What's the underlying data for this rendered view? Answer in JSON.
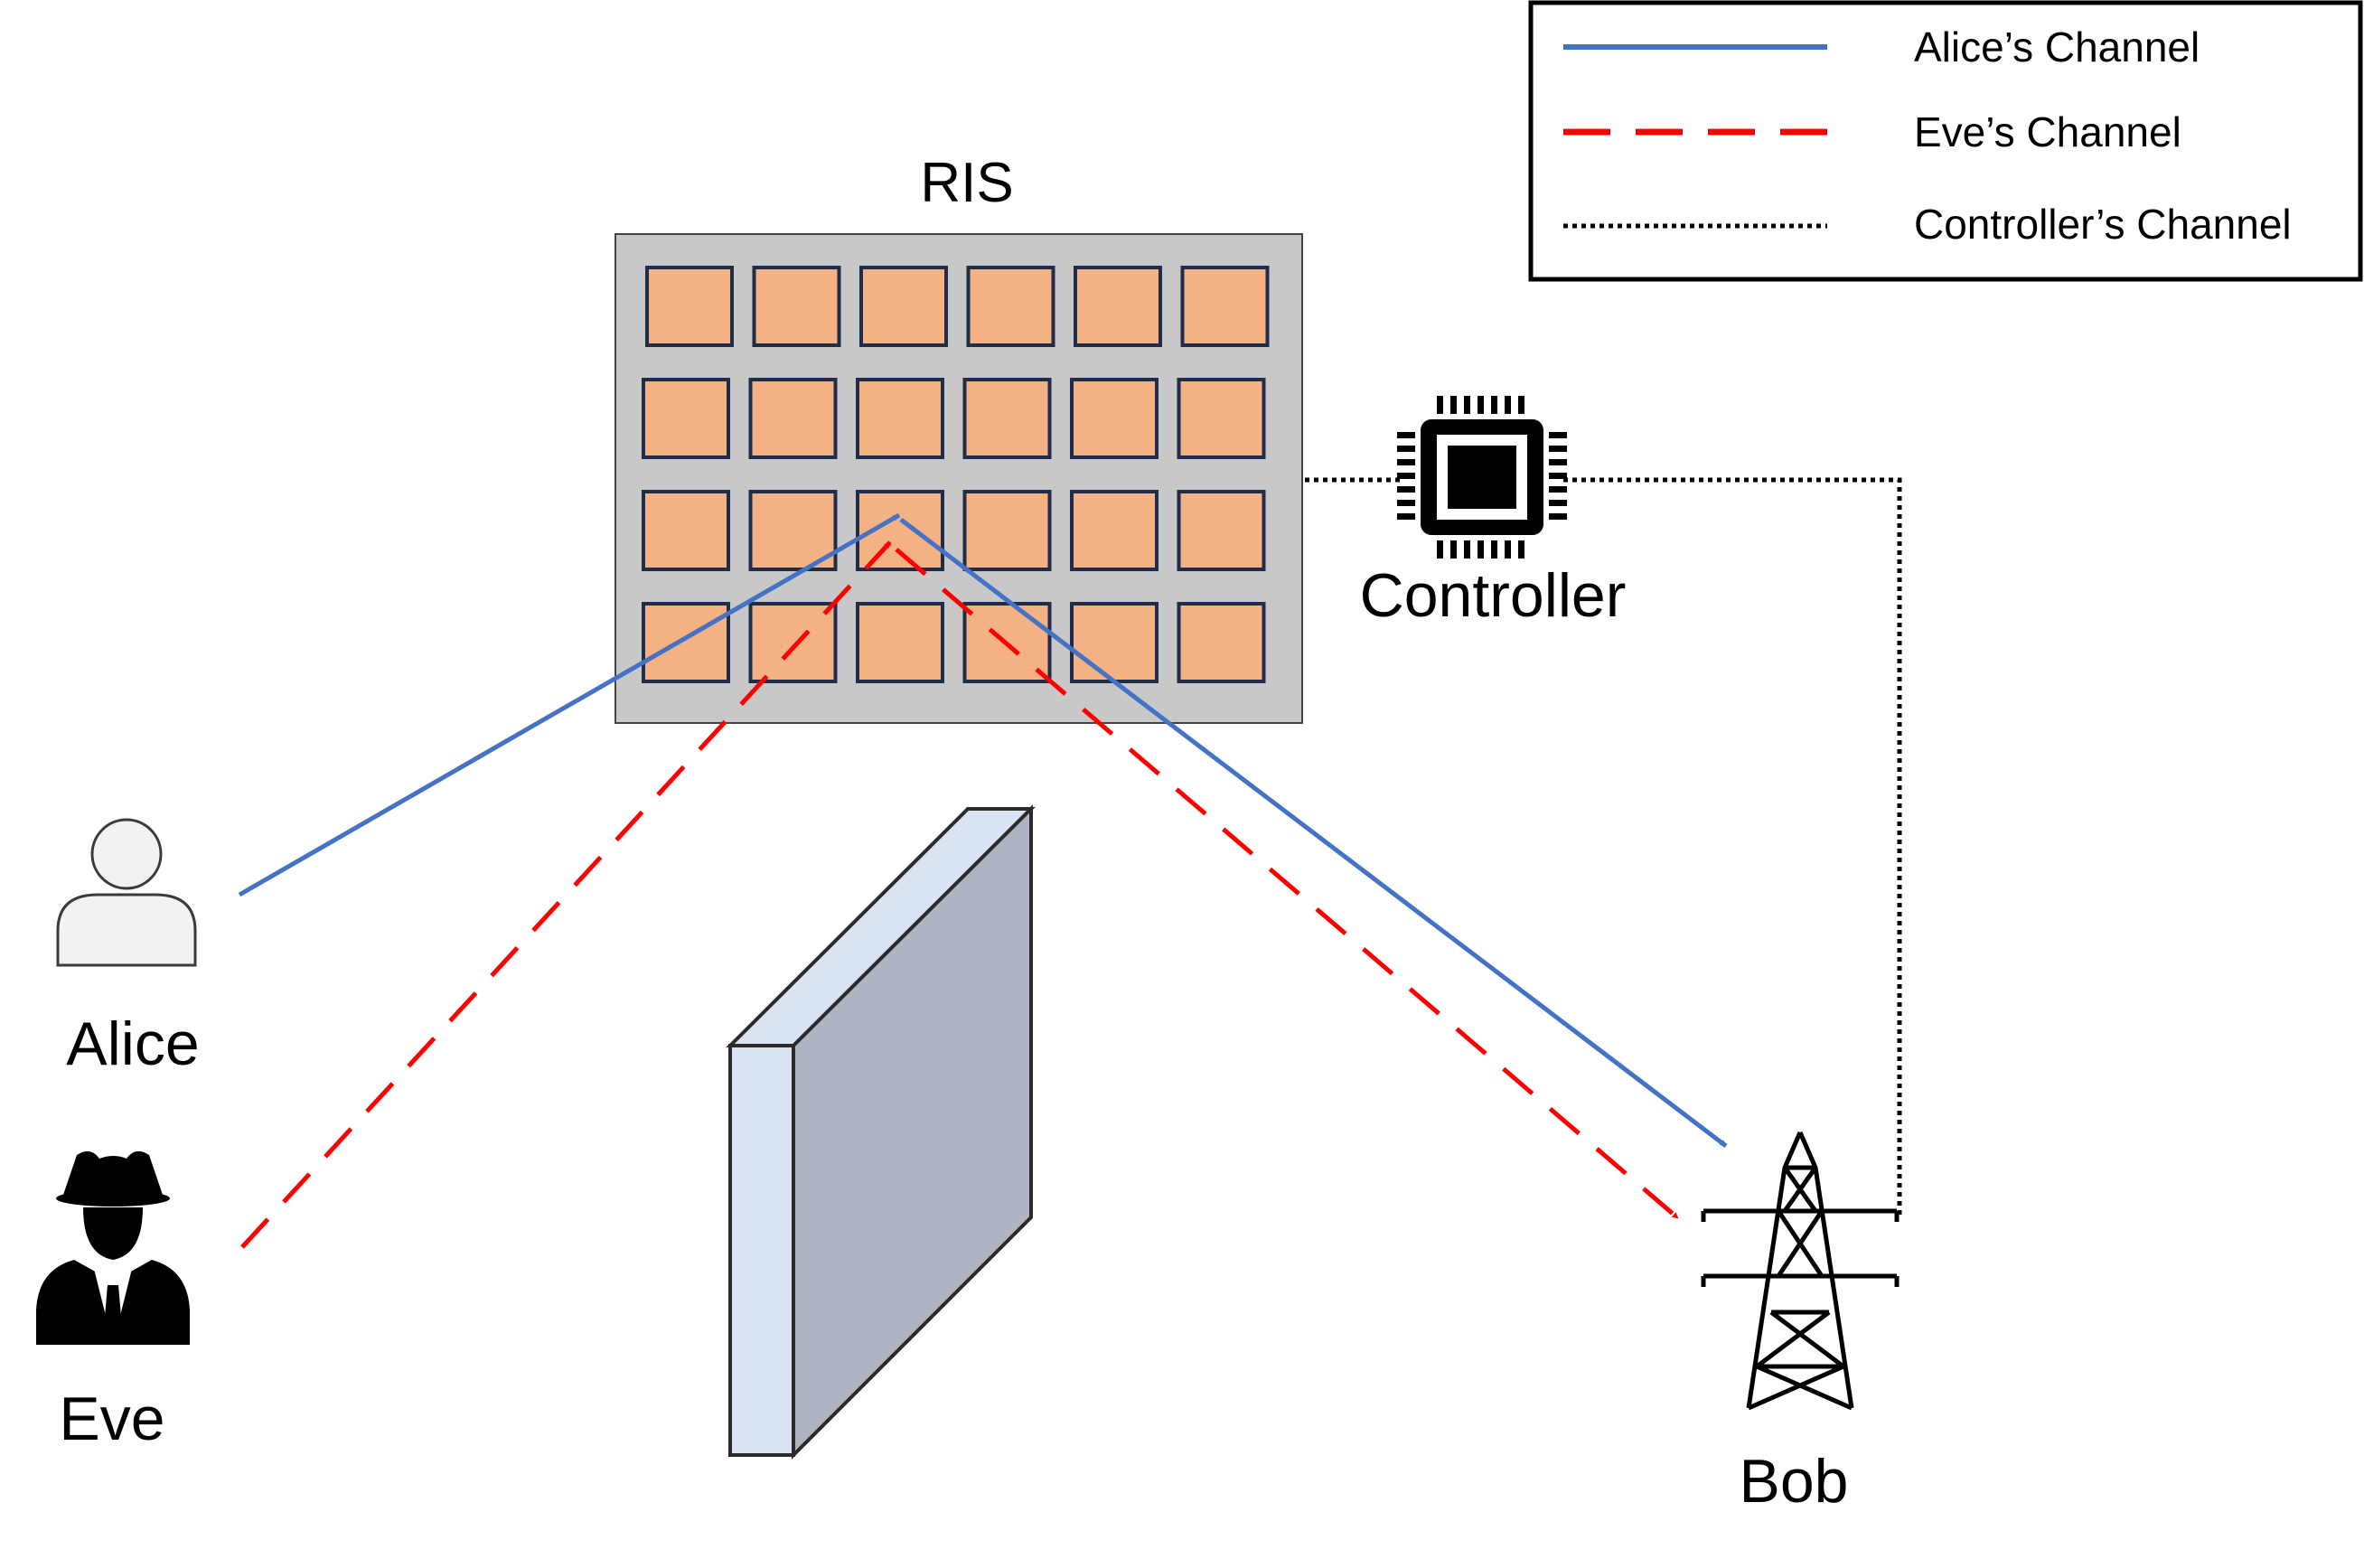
{
  "labels": {
    "ris": "RIS",
    "controller": "Controller",
    "alice": "Alice",
    "eve": "Eve",
    "bob": "Bob"
  },
  "legend": {
    "entries": [
      {
        "label": "Alice’s Channel",
        "style": "solid",
        "color": "#4472C4"
      },
      {
        "label": "Eve’s Channel",
        "style": "dashed",
        "color": "#FF0000"
      },
      {
        "label": "Controller’s Channel",
        "style": "dotted",
        "color": "#000000"
      }
    ]
  },
  "ris": {
    "rows": 4,
    "columns": 6,
    "panel_color": "#C8C8C8",
    "element_color": "#F4B183",
    "element_border": "#1F2D4A"
  },
  "colors": {
    "alice_channel": "#4472C4",
    "eve_channel": "#FF0000",
    "controller_channel": "#000000",
    "wall_front": "#ADB4C2",
    "wall_side": "#DAE3F3",
    "user_fill": "#F2F2F2"
  },
  "icons": {
    "alice": "person-icon",
    "eve": "spy-icon",
    "bob": "transmission-tower-icon",
    "controller": "microchip-icon",
    "obstacle": "wall-block"
  }
}
